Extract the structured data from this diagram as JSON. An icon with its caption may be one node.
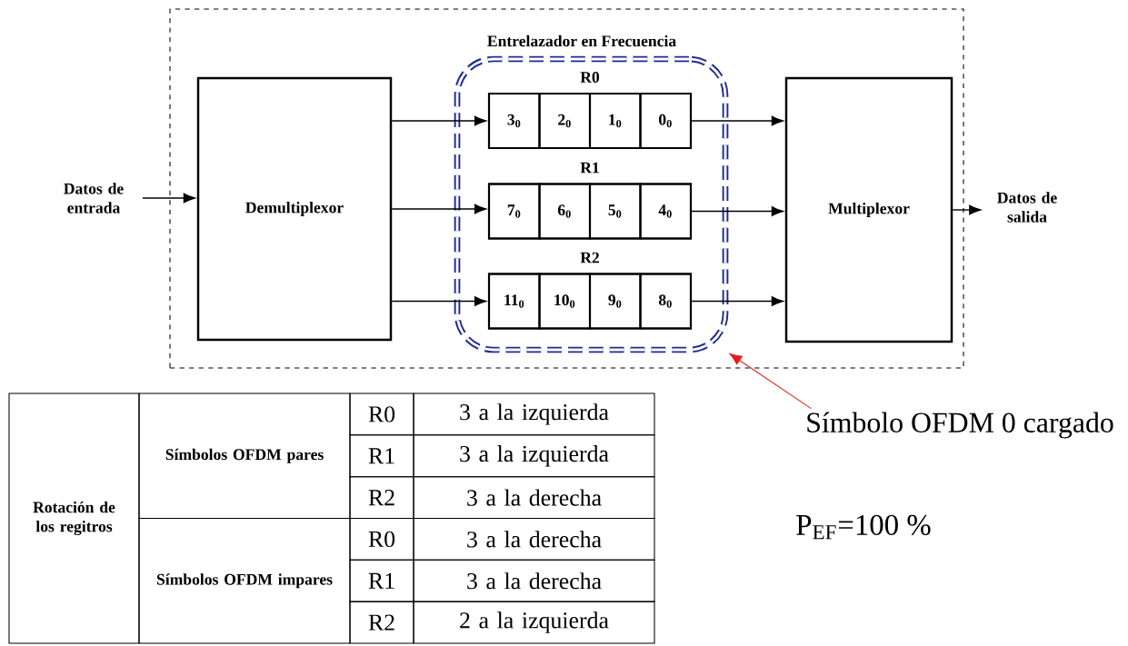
{
  "diagram": {
    "nodes": [
      {
        "text": [
          "Entrelazador en Frecuencia"
        ]
      },
      {
        "text": [
          "Datos de entrada"
        ]
      },
      {
        "text": [
          "Demultiplexor"
        ],
        "in": 0
      },
      {
        "text": [],
        "shape": "box",
        "in": 0
      },
      {
        "text": [
          "R0"
        ],
        "in": 3
      },
      {
        "text": [
          "3$_{0}$"
        ],
        "in": 4
      },
      {
        "text": [
          "2$_{0}$"
        ],
        "in": 4
      },
      {
        "text": [
          "1$_{0}$"
        ],
        "in": 4
      },
      {
        "text": [
          "0$_{0}$"
        ],
        "in": 4
      },
      {
        "text": [
          "R1"
        ],
        "in": 3
      },
      {
        "text": [
          "7$_{0}$"
        ],
        "in": 9
      },
      {
        "text": [
          "6$_{0}$"
        ],
        "in": 9
      },
      {
        "text": [
          "5$_{0}$"
        ],
        "in": 9
      },
      {
        "text": [
          "4$_{0}$"
        ],
        "in": 9
      },
      {
        "text": [
          "R2"
        ],
        "in": 3
      },
      {
        "text": [
          "11$_{0}$"
        ],
        "in": 14
      },
      {
        "text": [
          "10$_{0}$"
        ],
        "in": 14
      },
      {
        "text": [
          "9$_{0}$"
        ],
        "in": 14
      },
      {
        "text": [
          "8$_{0}$"
        ],
        "in": 14
      },
      {
        "text": [
          "Multiplexor"
        ],
        "in": 0
      },
      {
        "text": [
          "Datos de salida"
        ]
      },
      {
        "text": [
          "Símbolo OFDM 0 cargado"
        ]
      }
    ],
    "edges": [
      {
        "from": 1,
        "to": 2,
        "arrow": "to"
      },
      {
        "from": 2,
        "to": 4,
        "arrow": "to"
      },
      {
        "from": 2,
        "to": 9,
        "arrow": "to"
      },
      {
        "from": 2,
        "to": 14,
        "arrow": "to"
      },
      {
        "from": 4,
        "to": 19,
        "arrow": "to"
      },
      {
        "from": 9,
        "to": 19,
        "arrow": "to"
      },
      {
        "from": 14,
        "to": 19,
        "arrow": "to"
      },
      {
        "from": 19,
        "to": 20,
        "arrow": "to"
      },
      {
        "from": 21,
        "to": 3,
        "arrow": "to",
        "color": "#e0201b"
      }
    ],
    "labels": [
      "Rotación de los regitros",
      "Símbolos OFDM pares",
      "R0",
      "3 a la izquierda",
      "R1",
      "3 a la izquierda",
      "R2",
      "3 a la derecha",
      "Símbolos OFDM impares",
      "R0",
      "3 a la derecha",
      "R1",
      "3 a la derecha",
      "R2",
      "2 a la izquierda",
      "P$_{EF}$=100 %"
    ]
  }
}
